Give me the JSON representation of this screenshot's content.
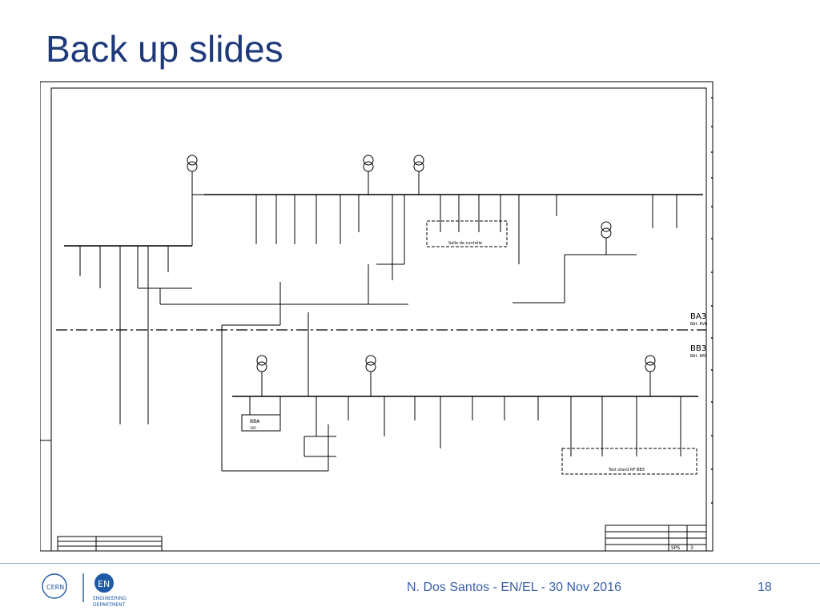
{
  "slide": {
    "title": "Back up slides",
    "footer": "N. Dos Santos - EN/EL - 30 Nov 2016",
    "page_number": "18"
  },
  "logos": {
    "cern": "CERN",
    "en": "EN",
    "dept_line1": "ENGINEERING",
    "dept_line2": "DEPARTMENT"
  },
  "schematic": {
    "zone_upper": "BA3",
    "zone_upper_sub": "Bât. 8V6",
    "zone_lower": "BB3",
    "zone_lower_sub": "Bât. 865",
    "box_controle": "Salle de contrôle",
    "box_test_stand": "Test stand RF BB3",
    "label_bba": "BBA",
    "label_bba_sub": "3SR",
    "title_block_code": "SPS",
    "title_block_sheet": "3"
  },
  "colors": {
    "title": "#1f3a7a",
    "footer_text": "#3a5fa8",
    "rule": "#8fb3d9",
    "line": "#000000"
  }
}
